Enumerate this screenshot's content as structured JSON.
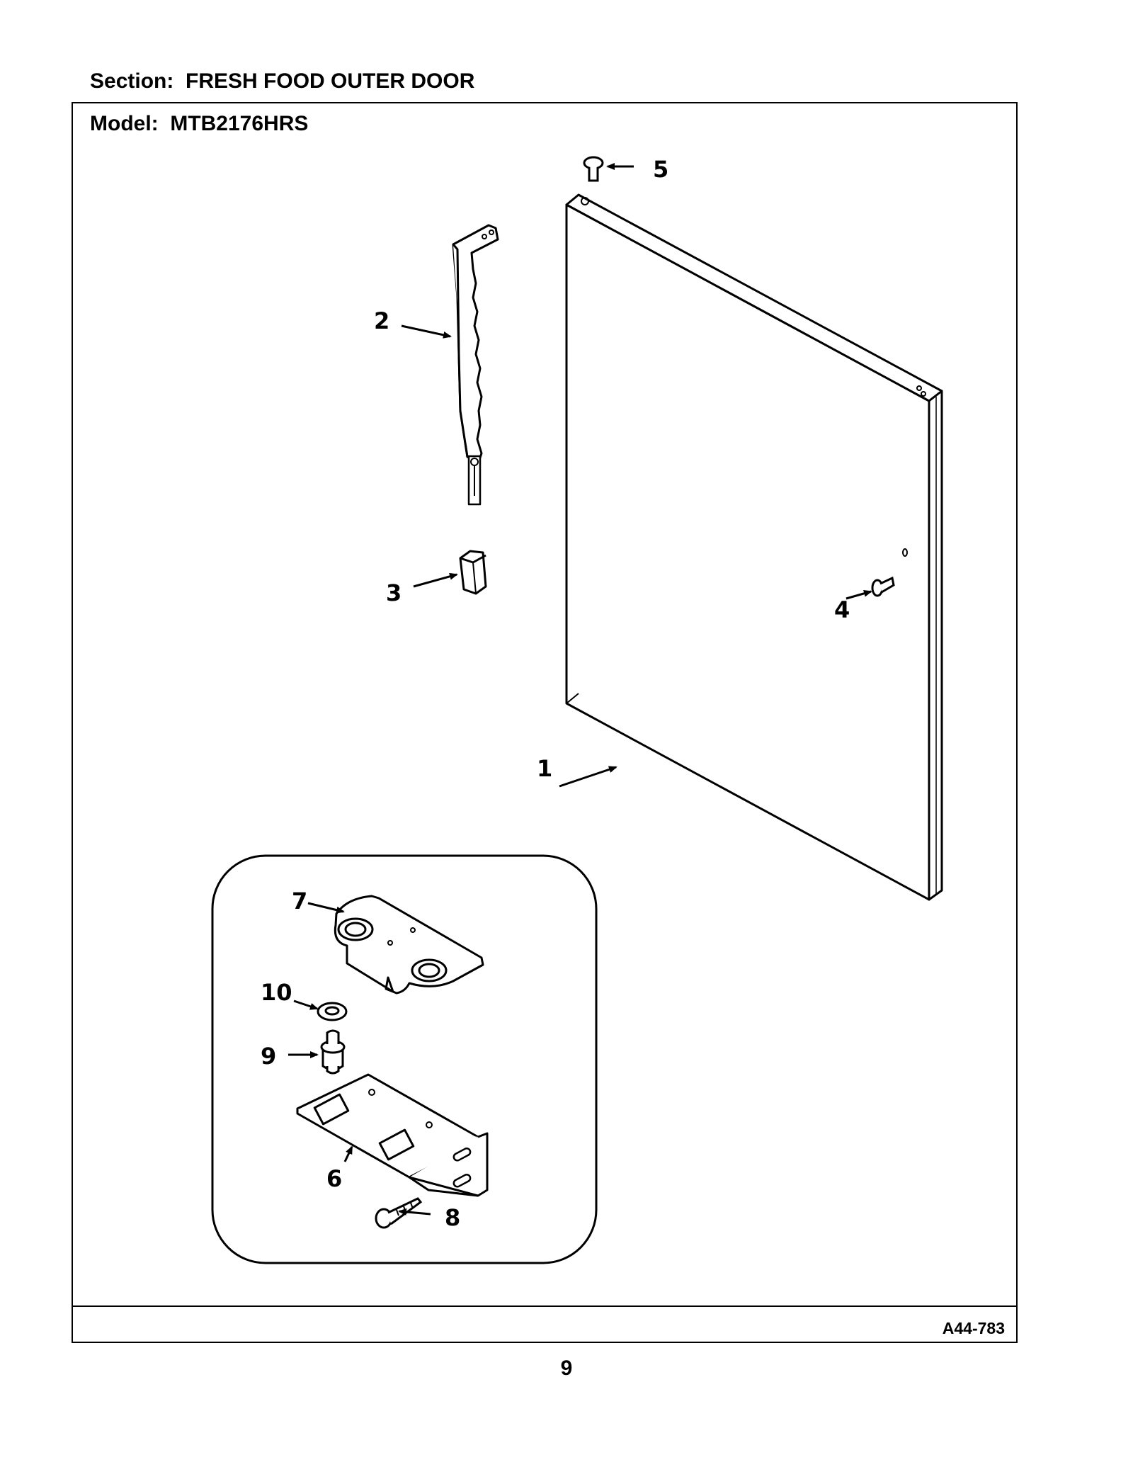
{
  "section": {
    "label": "Section:",
    "name": "FRESH FOOD OUTER DOOR"
  },
  "model": {
    "label": "Model:",
    "number": "MTB2176HRS"
  },
  "reference_code": "A44-783",
  "page_number": "9",
  "callouts": {
    "c1": "1",
    "c2": "2",
    "c3": "3",
    "c4": "4",
    "c5": "5",
    "c6": "6",
    "c7": "7",
    "c8": "8",
    "c9": "9",
    "c10": "10"
  }
}
